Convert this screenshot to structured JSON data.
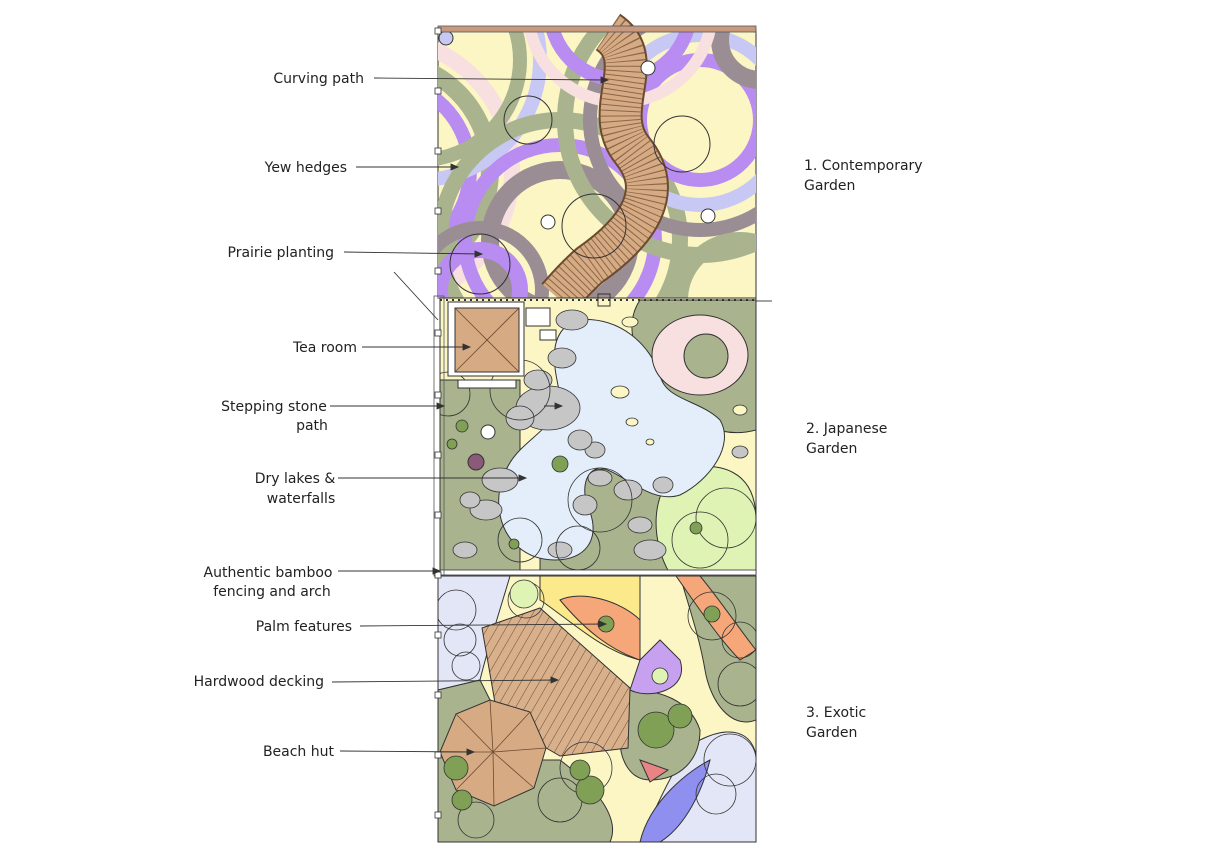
{
  "callouts": [
    {
      "id": "curving-path",
      "lines": [
        "Curving path"
      ]
    },
    {
      "id": "yew-hedges",
      "lines": [
        "Yew hedges"
      ]
    },
    {
      "id": "prairie-planting",
      "lines": [
        "Prairie planting"
      ]
    },
    {
      "id": "tea-room",
      "lines": [
        "Tea room"
      ]
    },
    {
      "id": "stepping-stone-path",
      "lines": [
        "Stepping stone",
        "path"
      ]
    },
    {
      "id": "dry-lakes",
      "lines": [
        "Dry lakes &",
        "waterfalls"
      ]
    },
    {
      "id": "bamboo-fencing",
      "lines": [
        "Authentic bamboo",
        "fencing and arch"
      ]
    },
    {
      "id": "palm-features",
      "lines": [
        "Palm features"
      ]
    },
    {
      "id": "hardwood-decking",
      "lines": [
        "Hardwood decking"
      ]
    },
    {
      "id": "beach-hut",
      "lines": [
        "Beach hut"
      ]
    }
  ],
  "zones": [
    {
      "id": "contemporary",
      "lines": [
        "1. Contemporary",
        "Garden"
      ]
    },
    {
      "id": "japanese",
      "lines": [
        "2. Japanese",
        "Garden"
      ]
    },
    {
      "id": "exotic",
      "lines": [
        "3. Exotic",
        "Garden"
      ]
    }
  ],
  "colors": {
    "lilac": "#b88cf0",
    "periwinkle": "#c8c8f4",
    "pale_yellow": "#fbf6c4",
    "pale_pink": "#f8e0e0",
    "sage": "#a9b48e",
    "mauve_grey": "#9a8e94",
    "water": "#e3eefa",
    "stone": "#c6c6c6",
    "tan_wood": "#d6ab84",
    "leaf_green": "#a8c080",
    "lime": "#def3b4",
    "deep_green": "#7fa055",
    "orange": "#f5a77a",
    "yellow": "#fbe98c",
    "blue": "#8f8ff0"
  }
}
